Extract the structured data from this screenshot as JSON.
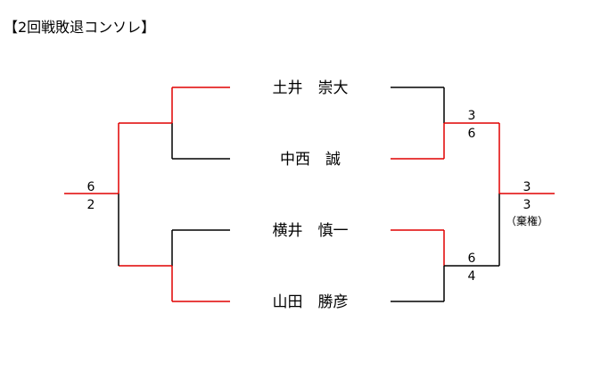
{
  "title": "【2回戦敗退コンソレ】",
  "colors": {
    "winner_line": "#e00000",
    "loser_line": "#000000"
  },
  "players": [
    {
      "name": "土井　崇大"
    },
    {
      "name": "中西　誠"
    },
    {
      "name": "横井　慎一"
    },
    {
      "name": "山田　勝彦"
    }
  ],
  "left_final": {
    "top_score": "6",
    "bottom_score": "2"
  },
  "right_semi_top": {
    "top_score": "3",
    "bottom_score": "6"
  },
  "right_semi_bottom": {
    "top_score": "6",
    "bottom_score": "4"
  },
  "right_final": {
    "top_score": "3",
    "bottom_score": "3",
    "note": "（棄権）"
  }
}
